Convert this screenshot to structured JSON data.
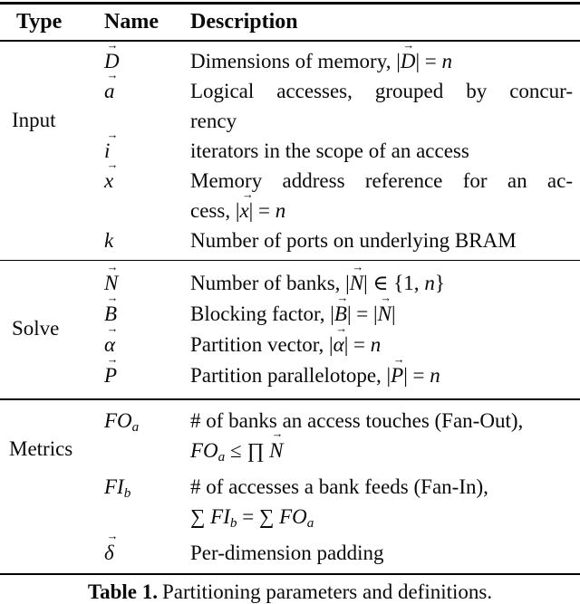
{
  "page": {
    "background": "#ffffff",
    "text_color": "#0a0a0a",
    "rule_color": "#000000"
  },
  "table": {
    "headers": [
      "Type",
      "Name",
      "Description"
    ],
    "groups": [
      {
        "type": "Input",
        "rows": [
          {
            "name": {
              "s": [
                {
                  "t": "D",
                  "vec": true
                }
              ]
            },
            "desc": [
              {
                "s": [
                  {
                    "t": "Dimensions of memory, |"
                  },
                  {
                    "t": "D",
                    "vec": true
                  },
                  {
                    "t": "| = "
                  },
                  {
                    "t": "n",
                    "i": true
                  }
                ]
              }
            ]
          },
          {
            "name": {
              "s": [
                {
                  "t": "a",
                  "vec": true
                }
              ]
            },
            "desc": [
              {
                "j": true,
                "s": [
                  {
                    "t": "Logical accesses, grouped by concur-"
                  }
                ]
              },
              {
                "s": [
                  {
                    "t": "rency"
                  }
                ]
              }
            ]
          },
          {
            "name": {
              "s": [
                {
                  "t": "i",
                  "vec": true
                }
              ]
            },
            "desc": [
              {
                "s": [
                  {
                    "t": "iterators in the scope of an access"
                  }
                ]
              }
            ]
          },
          {
            "name": {
              "s": [
                {
                  "t": "x",
                  "vec": true
                }
              ]
            },
            "desc": [
              {
                "j": true,
                "s": [
                  {
                    "t": "Memory address reference for an ac-"
                  }
                ]
              },
              {
                "s": [
                  {
                    "t": "cess, |"
                  },
                  {
                    "t": "x",
                    "vec": true
                  },
                  {
                    "t": "| = "
                  },
                  {
                    "t": "n",
                    "i": true
                  }
                ]
              }
            ]
          },
          {
            "name": {
              "s": [
                {
                  "t": "k",
                  "i": true
                }
              ]
            },
            "desc": [
              {
                "s": [
                  {
                    "t": "Number of ports on underlying BRAM"
                  }
                ]
              }
            ]
          }
        ]
      },
      {
        "type": "Solve",
        "rows": [
          {
            "name": {
              "s": [
                {
                  "t": "N",
                  "vec": true
                }
              ]
            },
            "desc": [
              {
                "s": [
                  {
                    "t": "Number of banks, |"
                  },
                  {
                    "t": "N",
                    "vec": true
                  },
                  {
                    "t": "| ∈ {1, "
                  },
                  {
                    "t": "n",
                    "i": true
                  },
                  {
                    "t": "}"
                  }
                ]
              }
            ]
          },
          {
            "name": {
              "s": [
                {
                  "t": "B",
                  "vec": true
                }
              ]
            },
            "desc": [
              {
                "s": [
                  {
                    "t": "Blocking factor, |"
                  },
                  {
                    "t": "B",
                    "vec": true
                  },
                  {
                    "t": "| = |"
                  },
                  {
                    "t": "N",
                    "vec": true
                  },
                  {
                    "t": "|"
                  }
                ]
              }
            ]
          },
          {
            "name": {
              "s": [
                {
                  "t": "α",
                  "vec": true
                }
              ]
            },
            "desc": [
              {
                "s": [
                  {
                    "t": "Partition vector, |"
                  },
                  {
                    "t": "α",
                    "vec": true
                  },
                  {
                    "t": "| = "
                  },
                  {
                    "t": "n",
                    "i": true
                  }
                ]
              }
            ]
          },
          {
            "name": {
              "s": [
                {
                  "t": "P",
                  "vec": true
                }
              ]
            },
            "desc": [
              {
                "s": [
                  {
                    "t": "Partition parallelotope, |"
                  },
                  {
                    "t": "P",
                    "vec": true
                  },
                  {
                    "t": "| = "
                  },
                  {
                    "t": "n",
                    "i": true
                  }
                ]
              }
            ]
          }
        ]
      },
      {
        "type": "Metrics",
        "rows": [
          {
            "name": {
              "s": [
                {
                  "t": "FO",
                  "i": true
                },
                {
                  "t": "a",
                  "sub": true
                }
              ]
            },
            "desc": [
              {
                "s": [
                  {
                    "t": "# of banks an access touches (Fan-Out),"
                  }
                ]
              },
              {
                "s": [
                  {
                    "t": "FO",
                    "i": true
                  },
                  {
                    "t": "a",
                    "sub": true
                  },
                  {
                    "t": " ≤ ∏ "
                  },
                  {
                    "t": "N",
                    "vec": true
                  }
                ]
              }
            ]
          },
          {
            "name": {
              "s": [
                {
                  "t": "FI",
                  "i": true
                },
                {
                  "t": "b",
                  "sub": true
                }
              ]
            },
            "desc": [
              {
                "s": [
                  {
                    "t": "# of accesses a bank feeds (Fan-In),"
                  }
                ]
              },
              {
                "s": [
                  {
                    "t": "∑ "
                  },
                  {
                    "t": "FI",
                    "i": true
                  },
                  {
                    "t": "b",
                    "sub": true
                  },
                  {
                    "t": " = ∑ "
                  },
                  {
                    "t": "FO",
                    "i": true
                  },
                  {
                    "t": "a",
                    "sub": true
                  }
                ]
              }
            ]
          },
          {
            "name": {
              "s": [
                {
                  "t": "δ",
                  "vec": true
                }
              ]
            },
            "desc": [
              {
                "s": [
                  {
                    "t": "Per-dimension padding"
                  }
                ]
              }
            ]
          }
        ]
      }
    ]
  },
  "caption": {
    "label": "Table 1.",
    "text": "Partitioning parameters and definitions."
  }
}
